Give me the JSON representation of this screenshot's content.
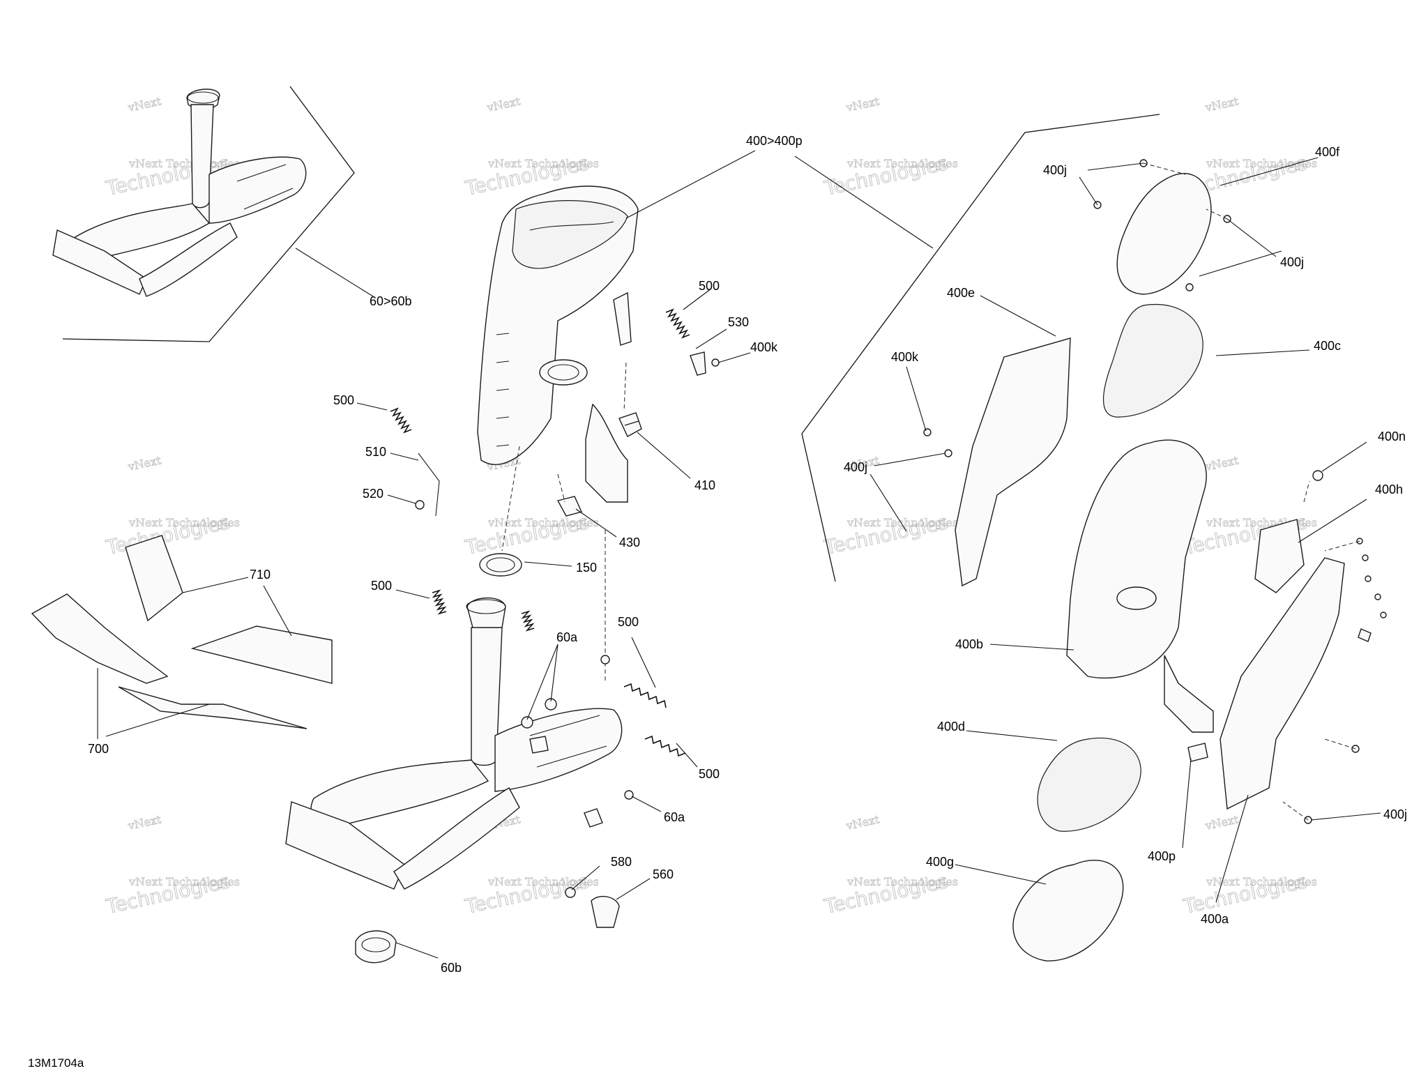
{
  "diagram_code": "13M1704a",
  "watermark": {
    "line1": "vNext Technologies",
    "line2": "vNext",
    "line3": "Technologies"
  },
  "callouts": {
    "c_400_400p": "400>400p",
    "c_60_60b": "60>60b",
    "c_500_a": "500",
    "c_530": "530",
    "c_400k_a": "400k",
    "c_410": "410",
    "c_430": "430",
    "c_150": "150",
    "c_500_b": "500",
    "c_510": "510",
    "c_520": "520",
    "c_500_c": "500",
    "c_60a_a": "60a",
    "c_500_d": "500",
    "c_500_e": "500",
    "c_60a_b": "60a",
    "c_580": "580",
    "c_560": "560",
    "c_60b": "60b",
    "c_710": "710",
    "c_700": "700",
    "c_400j_a": "400j",
    "c_400f": "400f",
    "c_400j_b": "400j",
    "c_400c": "400c",
    "c_400e": "400e",
    "c_400k_b": "400k",
    "c_400j_c": "400j",
    "c_400n": "400n",
    "c_400h": "400h",
    "c_400b": "400b",
    "c_400d": "400d",
    "c_400p": "400p",
    "c_400j_d": "400j",
    "c_400g": "400g",
    "c_400a": "400a"
  }
}
